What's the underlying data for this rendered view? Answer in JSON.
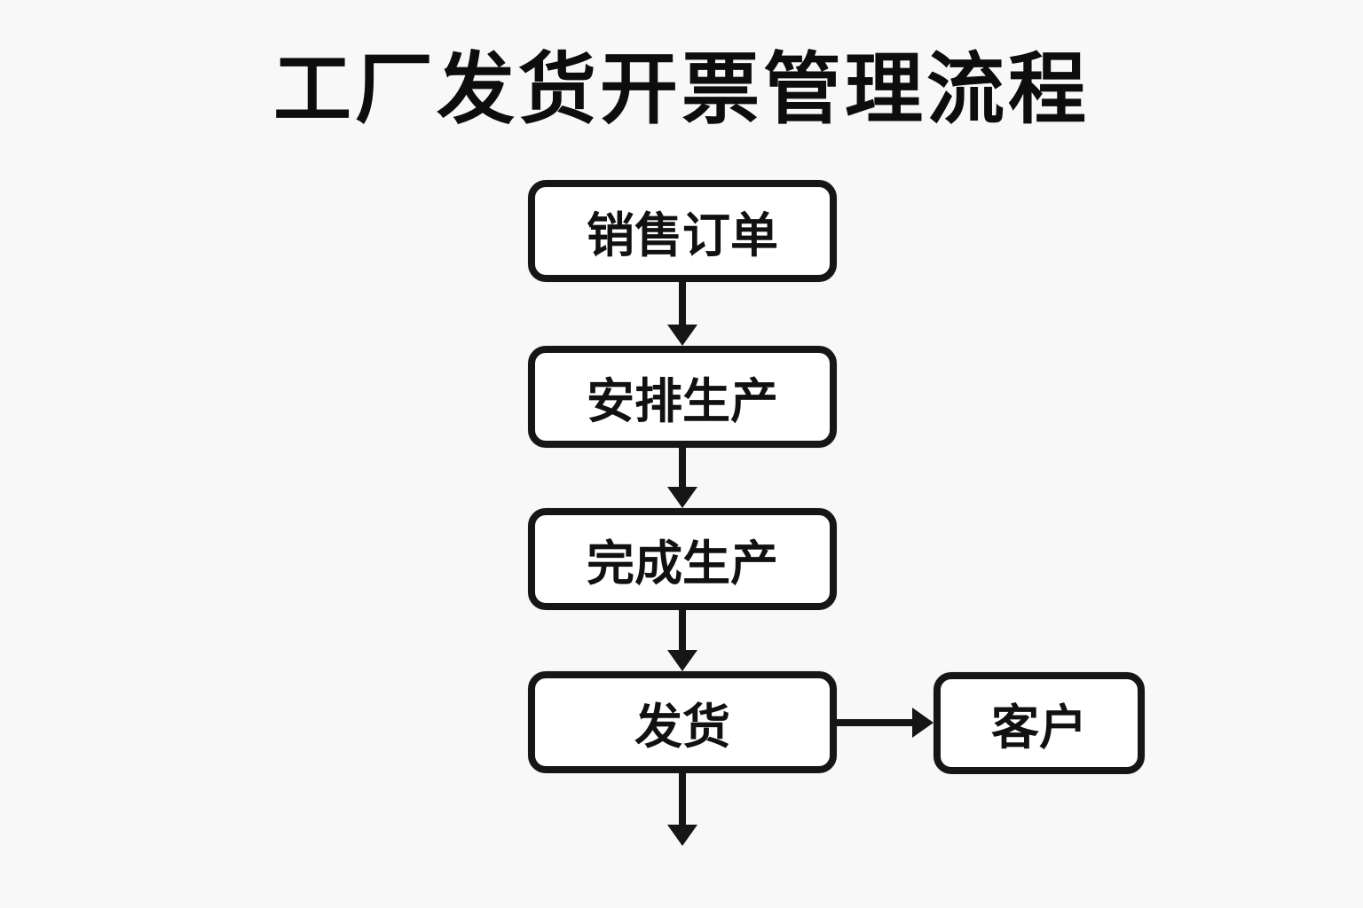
{
  "title": "工厂发货开票管理流程",
  "colors": {
    "background": "#f8f8f8",
    "node_fill": "#ffffff",
    "stroke": "#161616",
    "text": "#111111"
  },
  "diagram": {
    "type": "flowchart",
    "direction": "top-down",
    "nodes": [
      {
        "id": "sales-order",
        "label": "销售订单"
      },
      {
        "id": "arrange-production",
        "label": "安排生产"
      },
      {
        "id": "complete-production",
        "label": "完成生产"
      },
      {
        "id": "ship-goods",
        "label": "发货"
      },
      {
        "id": "customer",
        "label": "客户"
      }
    ],
    "edges": [
      {
        "from": "sales-order",
        "to": "arrange-production",
        "direction": "down"
      },
      {
        "from": "arrange-production",
        "to": "complete-production",
        "direction": "down"
      },
      {
        "from": "complete-production",
        "to": "ship-goods",
        "direction": "down"
      },
      {
        "from": "ship-goods",
        "to": "customer",
        "direction": "right"
      },
      {
        "from": "ship-goods",
        "to": "",
        "direction": "down"
      }
    ]
  }
}
